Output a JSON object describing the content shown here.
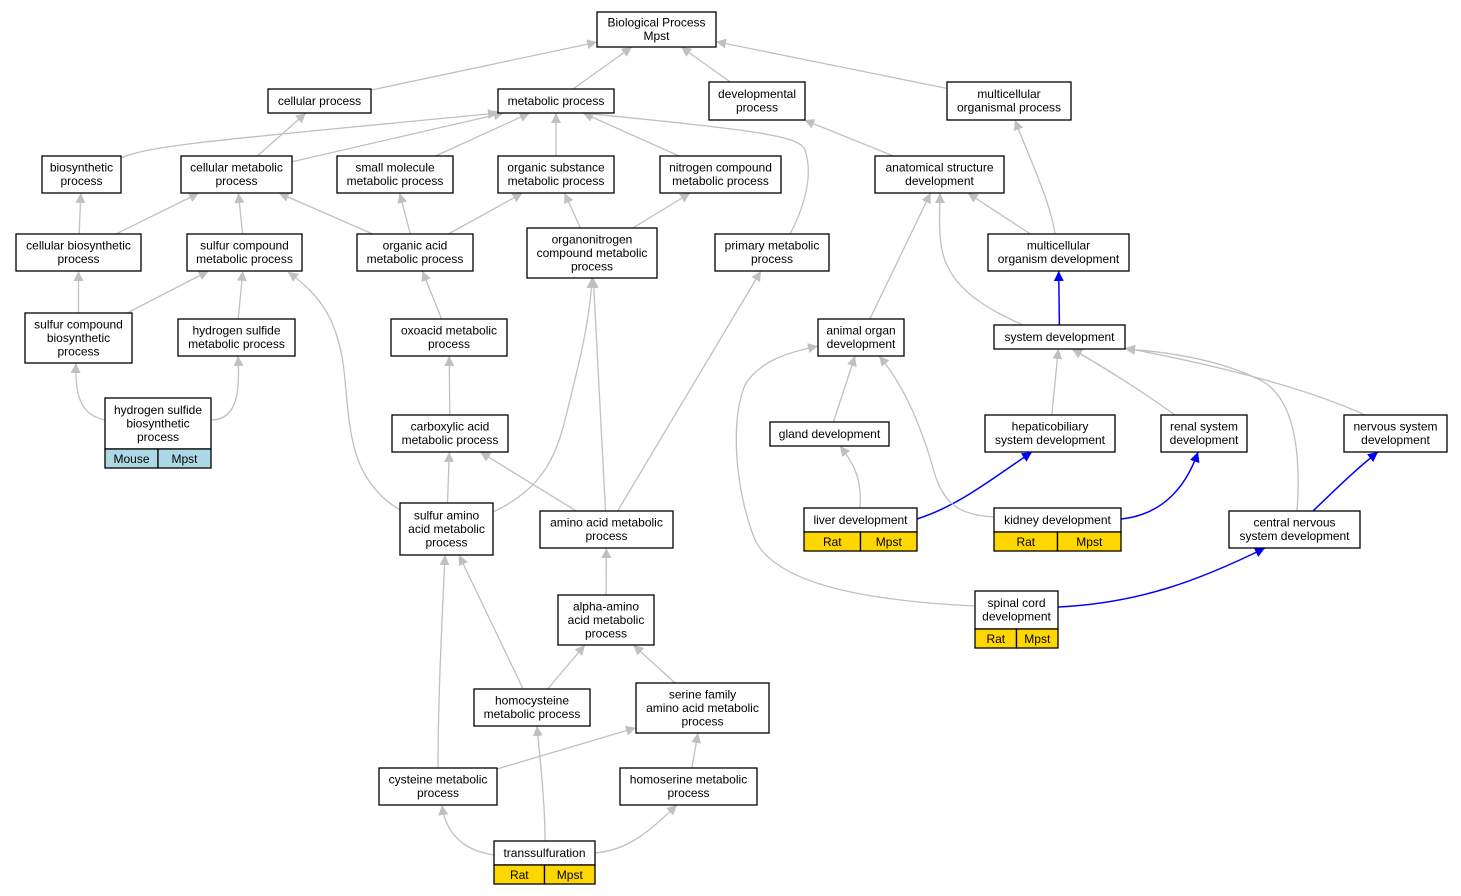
{
  "colors": {
    "edge_default": "#c0c0c0",
    "edge_highlight": "#0000ff",
    "annotation_rat": "#ffd700",
    "annotation_mouse": "#add8e6",
    "node_fill": "#ffffff",
    "node_stroke": "#000000"
  },
  "nodes": [
    {
      "id": "bp",
      "lines": [
        "Biological Process",
        "Mpst"
      ]
    },
    {
      "id": "cellular_process",
      "lines": [
        "cellular process"
      ]
    },
    {
      "id": "metabolic_process",
      "lines": [
        "metabolic process"
      ]
    },
    {
      "id": "developmental_process",
      "lines": [
        "developmental",
        "process"
      ]
    },
    {
      "id": "multicellular_organismal_process",
      "lines": [
        "multicellular",
        "organismal process"
      ]
    },
    {
      "id": "biosynthetic_process",
      "lines": [
        "biosynthetic",
        "process"
      ]
    },
    {
      "id": "cellular_metabolic_process",
      "lines": [
        "cellular metabolic",
        "process"
      ]
    },
    {
      "id": "small_molecule_metabolic_process",
      "lines": [
        "small molecule",
        "metabolic process"
      ]
    },
    {
      "id": "organic_substance_metabolic_process",
      "lines": [
        "organic substance",
        "metabolic process"
      ]
    },
    {
      "id": "nitrogen_compound_metabolic_process",
      "lines": [
        "nitrogen compound",
        "metabolic process"
      ]
    },
    {
      "id": "anatomical_structure_development",
      "lines": [
        "anatomical structure",
        "development"
      ]
    },
    {
      "id": "cellular_biosynthetic_process",
      "lines": [
        "cellular biosynthetic",
        "process"
      ]
    },
    {
      "id": "sulfur_compound_metabolic_process",
      "lines": [
        "sulfur compound",
        "metabolic process"
      ]
    },
    {
      "id": "organic_acid_metabolic_process",
      "lines": [
        "organic acid",
        "metabolic process"
      ]
    },
    {
      "id": "organonitrogen_compound_metabolic_process",
      "lines": [
        "organonitrogen",
        "compound metabolic",
        "process"
      ]
    },
    {
      "id": "primary_metabolic_process",
      "lines": [
        "primary metabolic",
        "process"
      ]
    },
    {
      "id": "multicellular_organism_development",
      "lines": [
        "multicellular",
        "organism development"
      ]
    },
    {
      "id": "sulfur_compound_biosynthetic_process",
      "lines": [
        "sulfur compound",
        "biosynthetic",
        "process"
      ]
    },
    {
      "id": "hydrogen_sulfide_metabolic_process",
      "lines": [
        "hydrogen sulfide",
        "metabolic process"
      ]
    },
    {
      "id": "oxoacid_metabolic_process",
      "lines": [
        "oxoacid metabolic",
        "process"
      ]
    },
    {
      "id": "animal_organ_development",
      "lines": [
        "animal organ",
        "development"
      ]
    },
    {
      "id": "system_development",
      "lines": [
        "system development"
      ]
    },
    {
      "id": "hydrogen_sulfide_biosynthetic_process",
      "lines": [
        "hydrogen sulfide",
        "biosynthetic",
        "process"
      ],
      "annotations": [
        {
          "label": "Mouse",
          "color": "#add8e6"
        },
        {
          "label": "Mpst",
          "color": "#add8e6"
        }
      ]
    },
    {
      "id": "carboxylic_acid_metabolic_process",
      "lines": [
        "carboxylic acid",
        "metabolic process"
      ]
    },
    {
      "id": "gland_development",
      "lines": [
        "gland development"
      ]
    },
    {
      "id": "hepaticobiliary_system_development",
      "lines": [
        "hepaticobiliary",
        "system development"
      ]
    },
    {
      "id": "renal_system_development",
      "lines": [
        "renal system",
        "development"
      ]
    },
    {
      "id": "nervous_system_development",
      "lines": [
        "nervous system",
        "development"
      ]
    },
    {
      "id": "sulfur_amino_acid_metabolic_process",
      "lines": [
        "sulfur amino",
        "acid metabolic",
        "process"
      ]
    },
    {
      "id": "amino_acid_metabolic_process",
      "lines": [
        "amino acid metabolic",
        "process"
      ]
    },
    {
      "id": "liver_development",
      "lines": [
        "liver development"
      ],
      "annotations": [
        {
          "label": "Rat",
          "color": "#ffd700"
        },
        {
          "label": "Mpst",
          "color": "#ffd700"
        }
      ]
    },
    {
      "id": "kidney_development",
      "lines": [
        "kidney development"
      ],
      "annotations": [
        {
          "label": "Rat",
          "color": "#ffd700"
        },
        {
          "label": "Mpst",
          "color": "#ffd700"
        }
      ]
    },
    {
      "id": "central_nervous_system_development",
      "lines": [
        "central nervous",
        "system development"
      ]
    },
    {
      "id": "spinal_cord_development",
      "lines": [
        "spinal cord",
        "development"
      ],
      "annotations": [
        {
          "label": "Rat",
          "color": "#ffd700"
        },
        {
          "label": "Mpst",
          "color": "#ffd700"
        }
      ]
    },
    {
      "id": "alpha_amino_acid_metabolic_process",
      "lines": [
        "alpha-amino",
        "acid metabolic",
        "process"
      ]
    },
    {
      "id": "homocysteine_metabolic_process",
      "lines": [
        "homocysteine",
        "metabolic process"
      ]
    },
    {
      "id": "serine_family_amino_acid_metabolic_process",
      "lines": [
        "serine family",
        "amino acid metabolic",
        "process"
      ]
    },
    {
      "id": "cysteine_metabolic_process",
      "lines": [
        "cysteine metabolic",
        "process"
      ]
    },
    {
      "id": "homoserine_metabolic_process",
      "lines": [
        "homoserine metabolic",
        "process"
      ]
    },
    {
      "id": "transsulfuration",
      "lines": [
        "transsulfuration"
      ],
      "annotations": [
        {
          "label": "Rat",
          "color": "#ffd700"
        },
        {
          "label": "Mpst",
          "color": "#ffd700"
        }
      ]
    }
  ],
  "edges": [
    {
      "from": "cellular_process",
      "to": "bp",
      "type": "is_a"
    },
    {
      "from": "metabolic_process",
      "to": "bp",
      "type": "is_a"
    },
    {
      "from": "developmental_process",
      "to": "bp",
      "type": "is_a"
    },
    {
      "from": "multicellular_organismal_process",
      "to": "bp",
      "type": "is_a"
    },
    {
      "from": "biosynthetic_process",
      "to": "metabolic_process",
      "type": "is_a"
    },
    {
      "from": "cellular_metabolic_process",
      "to": "cellular_process",
      "type": "is_a"
    },
    {
      "from": "cellular_metabolic_process",
      "to": "metabolic_process",
      "type": "is_a"
    },
    {
      "from": "small_molecule_metabolic_process",
      "to": "metabolic_process",
      "type": "is_a"
    },
    {
      "from": "organic_substance_metabolic_process",
      "to": "metabolic_process",
      "type": "is_a"
    },
    {
      "from": "nitrogen_compound_metabolic_process",
      "to": "metabolic_process",
      "type": "is_a"
    },
    {
      "from": "primary_metabolic_process",
      "to": "metabolic_process",
      "type": "is_a"
    },
    {
      "from": "anatomical_structure_development",
      "to": "developmental_process",
      "type": "is_a"
    },
    {
      "from": "cellular_biosynthetic_process",
      "to": "biosynthetic_process",
      "type": "is_a"
    },
    {
      "from": "cellular_biosynthetic_process",
      "to": "cellular_metabolic_process",
      "type": "is_a"
    },
    {
      "from": "sulfur_compound_metabolic_process",
      "to": "cellular_metabolic_process",
      "type": "is_a"
    },
    {
      "from": "organic_acid_metabolic_process",
      "to": "cellular_metabolic_process",
      "type": "is_a"
    },
    {
      "from": "organic_acid_metabolic_process",
      "to": "small_molecule_metabolic_process",
      "type": "is_a"
    },
    {
      "from": "organic_acid_metabolic_process",
      "to": "organic_substance_metabolic_process",
      "type": "is_a"
    },
    {
      "from": "organonitrogen_compound_metabolic_process",
      "to": "organic_substance_metabolic_process",
      "type": "is_a"
    },
    {
      "from": "organonitrogen_compound_metabolic_process",
      "to": "nitrogen_compound_metabolic_process",
      "type": "is_a"
    },
    {
      "from": "multicellular_organism_development",
      "to": "anatomical_structure_development",
      "type": "is_a"
    },
    {
      "from": "multicellular_organism_development",
      "to": "multicellular_organismal_process",
      "type": "is_a"
    },
    {
      "from": "sulfur_compound_biosynthetic_process",
      "to": "cellular_biosynthetic_process",
      "type": "is_a"
    },
    {
      "from": "sulfur_compound_biosynthetic_process",
      "to": "sulfur_compound_metabolic_process",
      "type": "is_a"
    },
    {
      "from": "hydrogen_sulfide_metabolic_process",
      "to": "sulfur_compound_metabolic_process",
      "type": "is_a"
    },
    {
      "from": "oxoacid_metabolic_process",
      "to": "organic_acid_metabolic_process",
      "type": "is_a"
    },
    {
      "from": "animal_organ_development",
      "to": "anatomical_structure_development",
      "type": "is_a"
    },
    {
      "from": "system_development",
      "to": "anatomical_structure_development",
      "type": "is_a"
    },
    {
      "from": "system_development",
      "to": "multicellular_organism_development",
      "type": "part_of"
    },
    {
      "from": "hydrogen_sulfide_biosynthetic_process",
      "to": "sulfur_compound_biosynthetic_process",
      "type": "is_a"
    },
    {
      "from": "hydrogen_sulfide_biosynthetic_process",
      "to": "hydrogen_sulfide_metabolic_process",
      "type": "is_a"
    },
    {
      "from": "carboxylic_acid_metabolic_process",
      "to": "oxoacid_metabolic_process",
      "type": "is_a"
    },
    {
      "from": "gland_development",
      "to": "animal_organ_development",
      "type": "is_a"
    },
    {
      "from": "hepaticobiliary_system_development",
      "to": "system_development",
      "type": "is_a"
    },
    {
      "from": "renal_system_development",
      "to": "system_development",
      "type": "is_a"
    },
    {
      "from": "nervous_system_development",
      "to": "system_development",
      "type": "is_a"
    },
    {
      "from": "sulfur_amino_acid_metabolic_process",
      "to": "sulfur_compound_metabolic_process",
      "type": "is_a"
    },
    {
      "from": "sulfur_amino_acid_metabolic_process",
      "to": "carboxylic_acid_metabolic_process",
      "type": "is_a"
    },
    {
      "from": "sulfur_amino_acid_metabolic_process",
      "to": "organonitrogen_compound_metabolic_process",
      "type": "is_a"
    },
    {
      "from": "amino_acid_metabolic_process",
      "to": "carboxylic_acid_metabolic_process",
      "type": "is_a"
    },
    {
      "from": "amino_acid_metabolic_process",
      "to": "organonitrogen_compound_metabolic_process",
      "type": "is_a"
    },
    {
      "from": "amino_acid_metabolic_process",
      "to": "primary_metabolic_process",
      "type": "is_a"
    },
    {
      "from": "liver_development",
      "to": "gland_development",
      "type": "is_a"
    },
    {
      "from": "liver_development",
      "to": "hepaticobiliary_system_development",
      "type": "part_of"
    },
    {
      "from": "kidney_development",
      "to": "animal_organ_development",
      "type": "is_a"
    },
    {
      "from": "kidney_development",
      "to": "renal_system_development",
      "type": "part_of"
    },
    {
      "from": "central_nervous_system_development",
      "to": "system_development",
      "type": "is_a"
    },
    {
      "from": "central_nervous_system_development",
      "to": "nervous_system_development",
      "type": "part_of"
    },
    {
      "from": "spinal_cord_development",
      "to": "animal_organ_development",
      "type": "is_a"
    },
    {
      "from": "spinal_cord_development",
      "to": "central_nervous_system_development",
      "type": "part_of"
    },
    {
      "from": "alpha_amino_acid_metabolic_process",
      "to": "amino_acid_metabolic_process",
      "type": "is_a"
    },
    {
      "from": "homocysteine_metabolic_process",
      "to": "sulfur_amino_acid_metabolic_process",
      "type": "is_a"
    },
    {
      "from": "homocysteine_metabolic_process",
      "to": "alpha_amino_acid_metabolic_process",
      "type": "is_a"
    },
    {
      "from": "serine_family_amino_acid_metabolic_process",
      "to": "alpha_amino_acid_metabolic_process",
      "type": "is_a"
    },
    {
      "from": "cysteine_metabolic_process",
      "to": "sulfur_amino_acid_metabolic_process",
      "type": "is_a"
    },
    {
      "from": "cysteine_metabolic_process",
      "to": "serine_family_amino_acid_metabolic_process",
      "type": "is_a"
    },
    {
      "from": "homoserine_metabolic_process",
      "to": "serine_family_amino_acid_metabolic_process",
      "type": "is_a"
    },
    {
      "from": "transsulfuration",
      "to": "cysteine_metabolic_process",
      "type": "is_a"
    },
    {
      "from": "transsulfuration",
      "to": "homocysteine_metabolic_process",
      "type": "is_a"
    },
    {
      "from": "transsulfuration",
      "to": "homoserine_metabolic_process",
      "type": "is_a"
    }
  ]
}
